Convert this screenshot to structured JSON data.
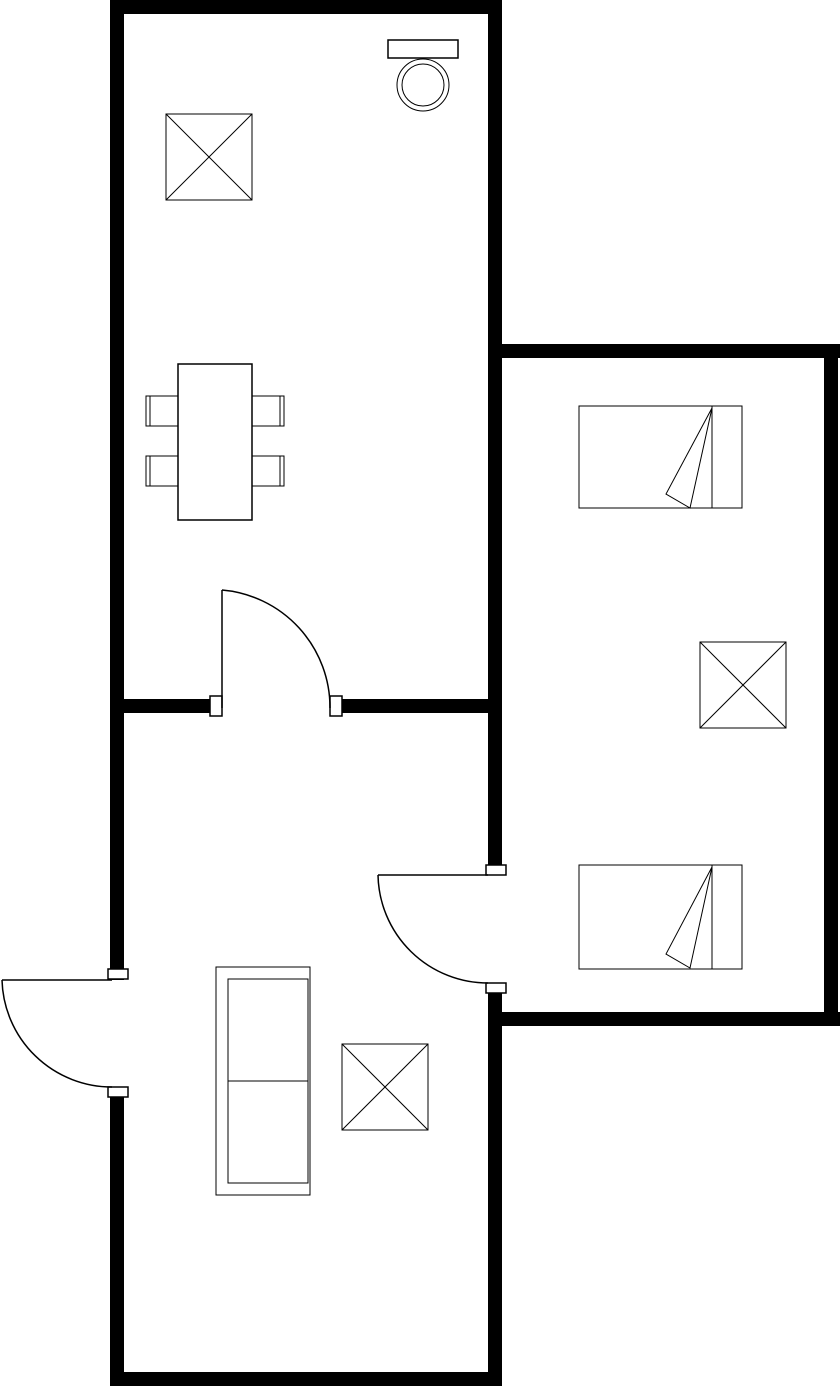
{
  "floor_plan": {
    "colors": {
      "wall": "#000000",
      "background": "#ffffff",
      "line": "#000000"
    },
    "rooms": [
      {
        "id": "north-room",
        "furniture": [
          "toilet-icon",
          "square-box-icon",
          "dining-table-icon",
          "chair-icon"
        ]
      },
      {
        "id": "east-bedroom",
        "furniture": [
          "bed-icon",
          "square-box-icon"
        ]
      },
      {
        "id": "south-room",
        "furniture": [
          "sofa-icon",
          "square-box-icon"
        ]
      }
    ],
    "doors": [
      "interior-door-north",
      "bedroom-door",
      "entrance-door"
    ]
  }
}
